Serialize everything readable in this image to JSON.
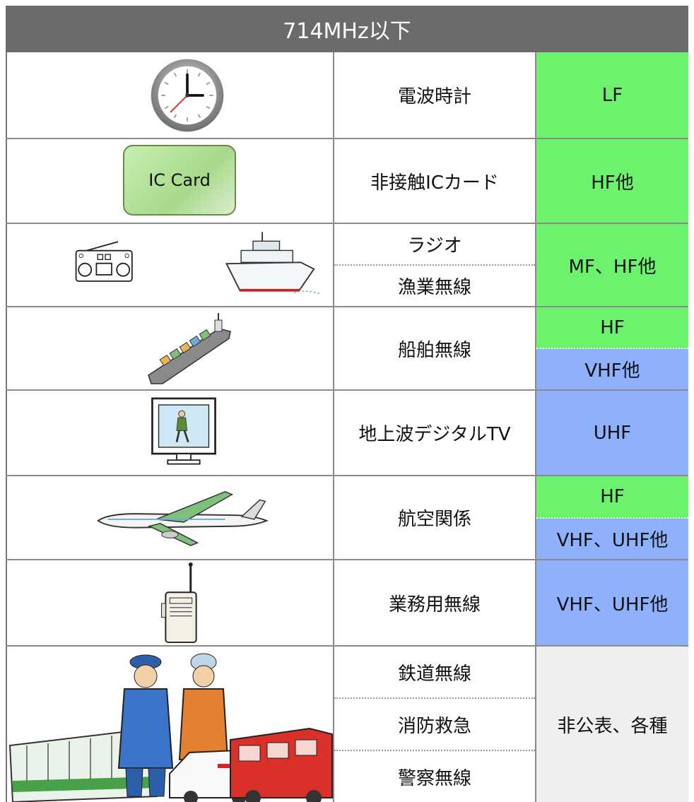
{
  "title": "714MHz以下",
  "rows": [
    {
      "icon": "radio-clock-icon",
      "usage": [
        "電波時計"
      ],
      "bands": [
        "LF"
      ]
    },
    {
      "icon": "ic-card-icon",
      "icon_text": "IC Card",
      "usage": [
        "非接触ICカード"
      ],
      "bands": [
        "HF他"
      ]
    },
    {
      "icon": "radio-and-ship-icon",
      "usage": [
        "ラジオ",
        "漁業無線"
      ],
      "bands": [
        "MF、HF他"
      ]
    },
    {
      "icon": "cargo-ship-icon",
      "usage": [
        "船舶無線"
      ],
      "bands": [
        "HF",
        "VHF他"
      ]
    },
    {
      "icon": "tv-icon",
      "usage": [
        "地上波デジタルTV"
      ],
      "bands": [
        "UHF"
      ]
    },
    {
      "icon": "airplane-icon",
      "usage": [
        "航空関係"
      ],
      "bands": [
        "HF",
        "VHF、UHF他"
      ]
    },
    {
      "icon": "walkie-talkie-icon",
      "usage": [
        "業務用無線"
      ],
      "bands": [
        "VHF、UHF他"
      ]
    },
    {
      "icon": "emergency-services-icon",
      "usage": [
        "鉄道無線",
        "消防救急",
        "警察無線"
      ],
      "bands": [
        "非公表、各種"
      ]
    }
  ],
  "colors": {
    "header": "#6b6b6b",
    "hf_band": "#6cf26c",
    "vhf_band": "#8fb1fc",
    "undisclosed": "#efefef"
  }
}
